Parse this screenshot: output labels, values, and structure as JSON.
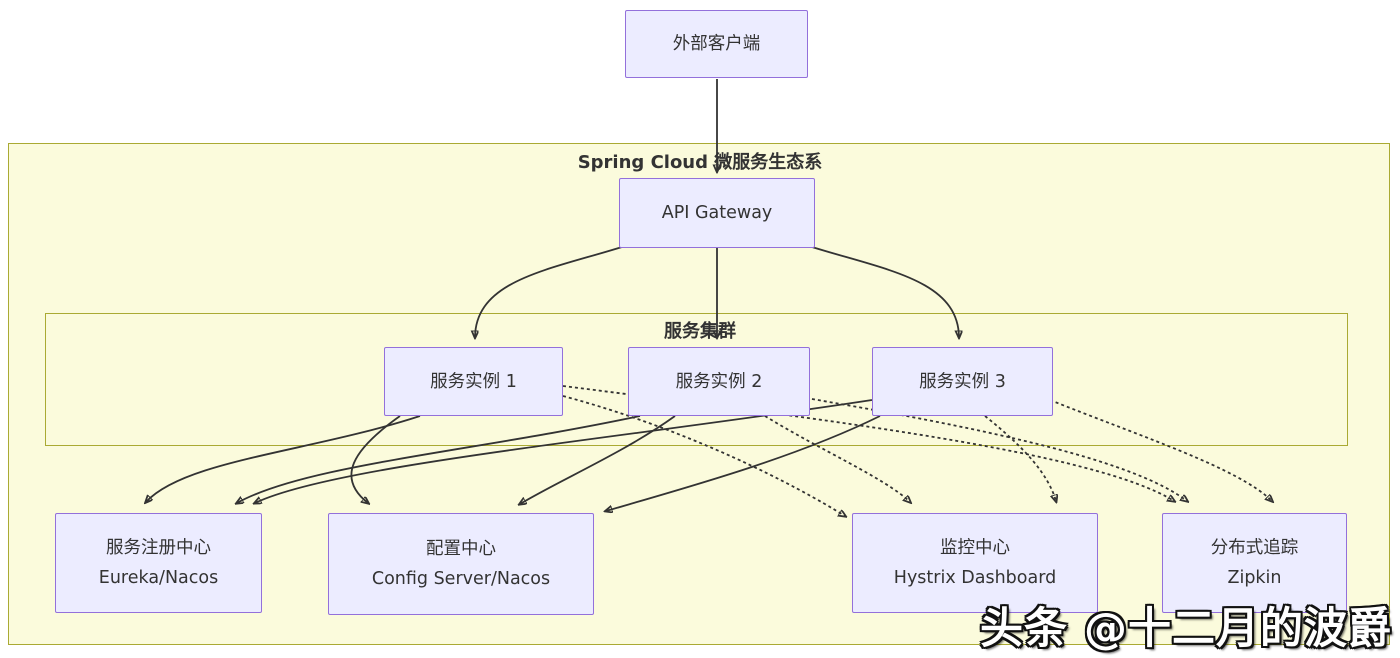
{
  "diagram": {
    "outer_cluster_title": "Spring Cloud 微服务生态系",
    "inner_cluster_title": "服务集群",
    "nodes": {
      "client": {
        "label": "外部客户端"
      },
      "gateway": {
        "label": "API Gateway"
      },
      "instance1": {
        "label": "服务实例 1"
      },
      "instance2": {
        "label": "服务实例 2"
      },
      "instance3": {
        "label": "服务实例 3"
      },
      "registry": {
        "line1": "服务注册中心",
        "line2": "Eureka/Nacos"
      },
      "config": {
        "line1": "配置中心",
        "line2": "Config Server/Nacos"
      },
      "monitoring": {
        "line1": "监控中心",
        "line2": "Hystrix Dashboard"
      },
      "tracing": {
        "line1": "分布式追踪",
        "line2": "Zipkin"
      }
    },
    "edges": [
      {
        "from": "client",
        "to": "gateway",
        "style": "solid"
      },
      {
        "from": "gateway",
        "to": "instance1",
        "style": "solid"
      },
      {
        "from": "gateway",
        "to": "instance2",
        "style": "solid"
      },
      {
        "from": "gateway",
        "to": "instance3",
        "style": "solid"
      },
      {
        "from": "instance1",
        "to": "registry",
        "style": "solid"
      },
      {
        "from": "instance2",
        "to": "registry",
        "style": "solid"
      },
      {
        "from": "instance3",
        "to": "registry",
        "style": "solid"
      },
      {
        "from": "instance1",
        "to": "config",
        "style": "solid"
      },
      {
        "from": "instance2",
        "to": "config",
        "style": "solid"
      },
      {
        "from": "instance3",
        "to": "config",
        "style": "solid"
      },
      {
        "from": "instance1",
        "to": "monitoring",
        "style": "dotted"
      },
      {
        "from": "instance2",
        "to": "monitoring",
        "style": "dotted"
      },
      {
        "from": "instance3",
        "to": "monitoring",
        "style": "dotted"
      },
      {
        "from": "instance1",
        "to": "tracing",
        "style": "dotted"
      },
      {
        "from": "instance2",
        "to": "tracing",
        "style": "dotted"
      },
      {
        "from": "instance3",
        "to": "tracing",
        "style": "dotted"
      }
    ],
    "colors": {
      "node_fill": "#ECECFF",
      "node_border": "#9370DB",
      "cluster_fill": "#FBFBDC",
      "cluster_border": "#AAAA33",
      "edge": "#333333",
      "text": "#333333"
    },
    "watermark": "头条 @十二月的波爵"
  }
}
